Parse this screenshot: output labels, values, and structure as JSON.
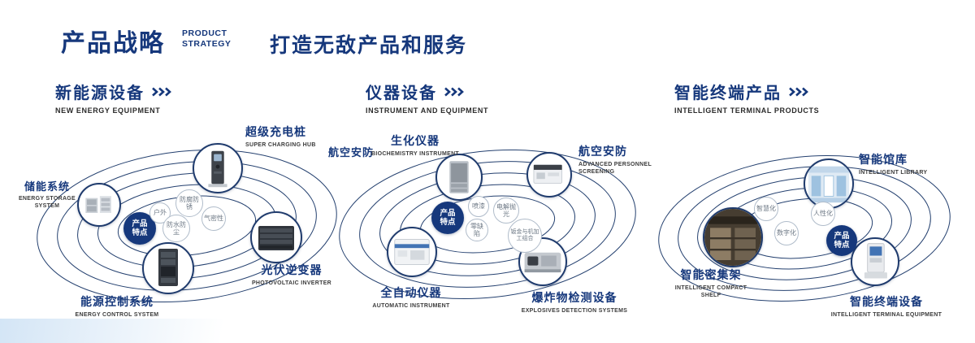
{
  "brand": {
    "accent_color": "#16387c"
  },
  "header": {
    "title": "产品战略",
    "subtitle_line1": "PRODUCT",
    "subtitle_line2": "STRATEGY",
    "slogan": "打造无敌产品和服务"
  },
  "sections": [
    {
      "title": "新能源设备",
      "subtitle": "NEW ENERGY EQUIPMENT",
      "center_badge": "产品特点",
      "features": [
        "户外",
        "防腐防锈",
        "防水防尘",
        "气密性"
      ],
      "products": [
        {
          "cn": "储能系统",
          "en": "ENERGY STORAGE SYSTEM"
        },
        {
          "cn": "超级充电桩",
          "en": "SUPER CHARGING HUB"
        },
        {
          "cn": "光伏逆变器",
          "en": "PHOTOVOLTAIC INVERTER"
        },
        {
          "cn": "能源控制系统",
          "en": "ENERGY CONTROL SYSTEM"
        }
      ]
    },
    {
      "title": "仪器设备",
      "subtitle": "INSTRUMENT AND EQUIPMENT",
      "center_badge": "产品特点",
      "side_label": "航空安防",
      "features": [
        "喷漆",
        "电解抛光",
        "零缺陷",
        "钣金与机加工组合"
      ],
      "products": [
        {
          "cn": "生化仪器",
          "en": "BIOCHEMISTRY INSTRUMENT"
        },
        {
          "cn": "航空安防",
          "en": "ADVANCED PERSONNEL SCREENING"
        },
        {
          "cn": "全自动仪器",
          "en": "AUTOMATIC INSTRUMENT"
        },
        {
          "cn": "爆炸物检测设备",
          "en": "EXPLOSIVES DETECTION SYSTEMS"
        }
      ]
    },
    {
      "title": "智能终端产品",
      "subtitle": "INTELLIGENT TERMINAL PRODUCTS",
      "center_badge": "产品特点",
      "features": [
        "智慧化",
        "人性化",
        "数字化"
      ],
      "products": [
        {
          "cn": "智能馆库",
          "en": "INTELLIGENT LIBRARY"
        },
        {
          "cn": "智能密集架",
          "en": "INTELLIGENT COMPACT SHELF"
        },
        {
          "cn": "智能终端设备",
          "en": "INTELLIGENT TERMINAL EQUIPMENT"
        }
      ]
    }
  ]
}
